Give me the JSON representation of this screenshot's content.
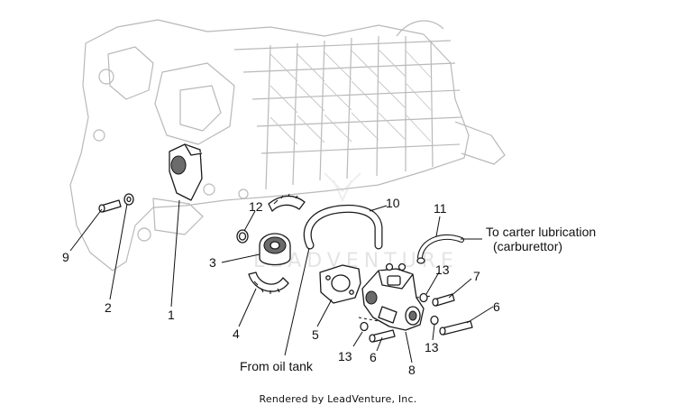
{
  "callouts": {
    "c1": "1",
    "c2": "2",
    "c3": "3",
    "c4": "4",
    "c5": "5",
    "c6a": "6",
    "c6b": "6",
    "c7": "7",
    "c8": "8",
    "c9": "9",
    "c10": "10",
    "c11": "11",
    "c12": "12",
    "c13a": "13",
    "c13b": "13",
    "c13c": "13"
  },
  "notes": {
    "to_carter_line1": "To carter lubrication",
    "to_carter_line2": "(carburettor)",
    "from_oil_tank": "From oil tank"
  },
  "watermark": "LEADVENTURE",
  "footer": "Rendered by LeadVenture, Inc."
}
